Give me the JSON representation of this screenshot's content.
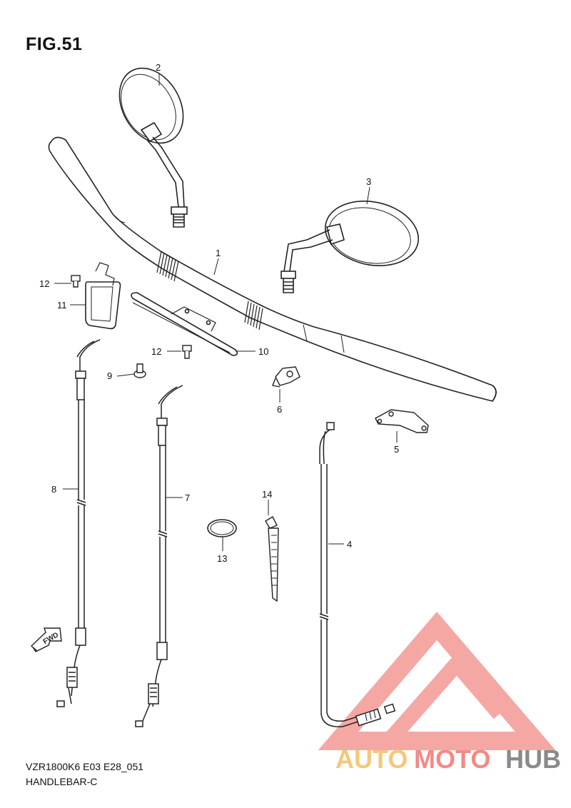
{
  "figure": {
    "title": "FIG.51",
    "footer_code": "VZR1800K6 E03 E28_051",
    "footer_name": "HANDLEBAR-C",
    "fwd_arrow_text": "FWD"
  },
  "watermark": {
    "part1": "AUTO",
    "part2": "MOTO",
    "part3": "HUB",
    "colors": {
      "auto": "#f3c87a",
      "moto": "#f28a86",
      "hub": "#8a8a8a",
      "logo": "#f28a86"
    }
  },
  "callouts": {
    "c1": "1",
    "c2": "2",
    "c3": "3",
    "c4": "4",
    "c5": "5",
    "c6": "6",
    "c7": "7",
    "c8": "8",
    "c9": "9",
    "c10": "10",
    "c11": "11",
    "c12a": "12",
    "c12b": "12",
    "c13": "13",
    "c14": "14"
  }
}
